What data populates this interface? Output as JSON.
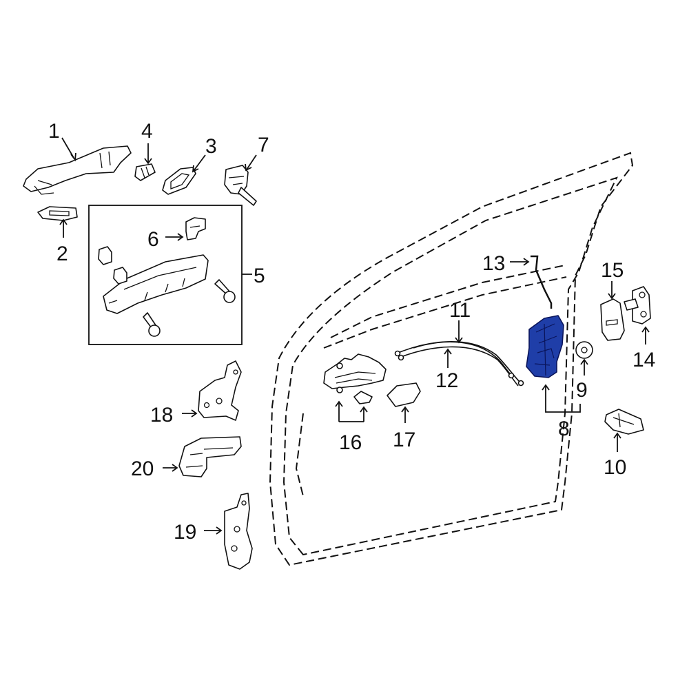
{
  "diagram": {
    "highlight_color": "#1f3ea8",
    "callouts": [
      {
        "id": "1",
        "text": "1"
      },
      {
        "id": "2",
        "text": "2"
      },
      {
        "id": "3",
        "text": "3"
      },
      {
        "id": "4",
        "text": "4"
      },
      {
        "id": "5",
        "text": "5"
      },
      {
        "id": "6",
        "text": "6"
      },
      {
        "id": "7",
        "text": "7"
      },
      {
        "id": "8",
        "text": "8"
      },
      {
        "id": "9",
        "text": "9"
      },
      {
        "id": "10",
        "text": "10"
      },
      {
        "id": "11",
        "text": "11"
      },
      {
        "id": "12",
        "text": "12"
      },
      {
        "id": "13",
        "text": "13"
      },
      {
        "id": "14",
        "text": "14"
      },
      {
        "id": "15",
        "text": "15"
      },
      {
        "id": "16",
        "text": "16"
      },
      {
        "id": "17",
        "text": "17"
      },
      {
        "id": "18",
        "text": "18"
      },
      {
        "id": "19",
        "text": "19"
      },
      {
        "id": "20",
        "text": "20"
      }
    ]
  }
}
